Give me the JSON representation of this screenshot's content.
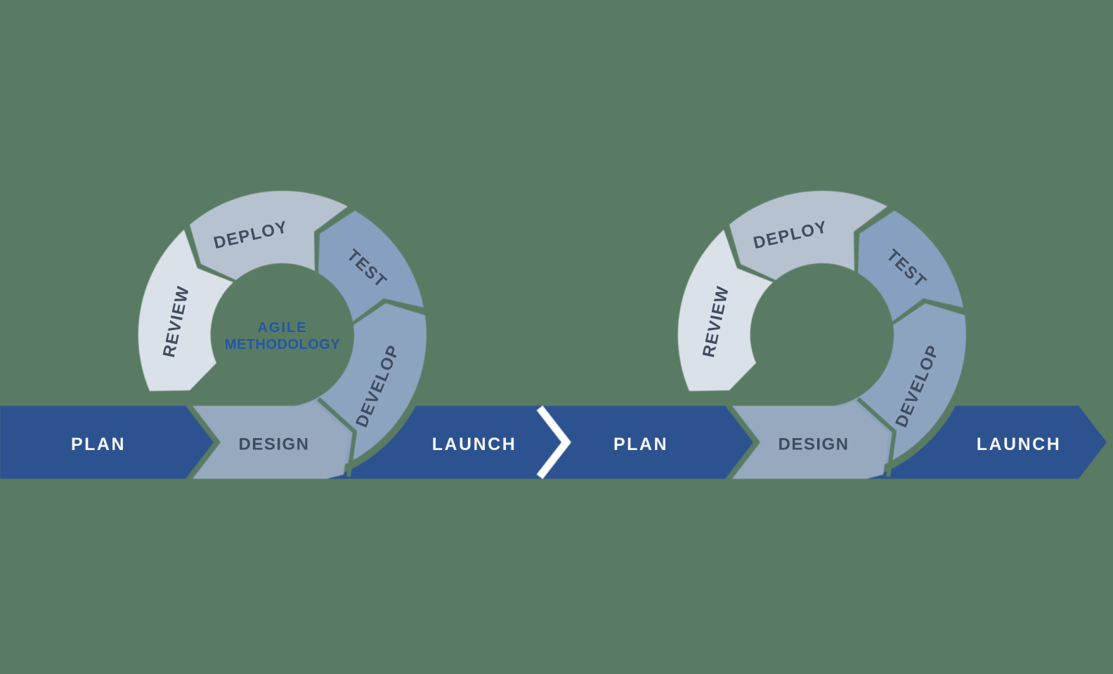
{
  "background_color": "#597b63",
  "diagram": {
    "name": "Agile Methodology sprint loop diagram",
    "center_title": {
      "line1": "AGILE",
      "line2": "METHODOLOGY",
      "color": "#2356a7"
    },
    "band": {
      "separator_color": "#ffffff",
      "segments": [
        {
          "id": "plan-1",
          "label": "PLAN",
          "color": "#2d5290",
          "text_color": "#f5f7fa"
        },
        {
          "id": "design-1",
          "label": "DESIGN",
          "color": "#96a9bf",
          "text_color": "#404c60"
        },
        {
          "id": "launch-1",
          "label": "LAUNCH",
          "color": "#2d5290",
          "text_color": "#f5f7fa"
        },
        {
          "id": "plan-2",
          "label": "PLAN",
          "color": "#2d5290",
          "text_color": "#f5f7fa"
        },
        {
          "id": "design-2",
          "label": "DESIGN",
          "color": "#96a9bf",
          "text_color": "#404c60"
        },
        {
          "id": "launch-2",
          "label": "LAUNCH",
          "color": "#2d5290",
          "text_color": "#f5f7fa"
        }
      ]
    },
    "loops": [
      {
        "id": "loop-1",
        "has_center_title": true,
        "segments": [
          {
            "id": "develop-1",
            "label": "DEVELOP",
            "color": "#8da4c1",
            "text_color": "#404c60"
          },
          {
            "id": "test-1",
            "label": "TEST",
            "color": "#87a0bf",
            "text_color": "#404c60"
          },
          {
            "id": "deploy-1",
            "label": "DEPLOY",
            "color": "#b7c2d0",
            "text_color": "#404c60"
          },
          {
            "id": "review-1",
            "label": "REVIEW",
            "color": "#dae1e9",
            "text_color": "#404c60"
          }
        ]
      },
      {
        "id": "loop-2",
        "has_center_title": false,
        "segments": [
          {
            "id": "develop-2",
            "label": "DEVELOP",
            "color": "#8da4c1",
            "text_color": "#404c60"
          },
          {
            "id": "test-2",
            "label": "TEST",
            "color": "#87a0bf",
            "text_color": "#404c60"
          },
          {
            "id": "deploy-2",
            "label": "DEPLOY",
            "color": "#b7c2d0",
            "text_color": "#404c60"
          },
          {
            "id": "review-2",
            "label": "REVIEW",
            "color": "#dae1e9",
            "text_color": "#404c60"
          }
        ]
      }
    ]
  }
}
